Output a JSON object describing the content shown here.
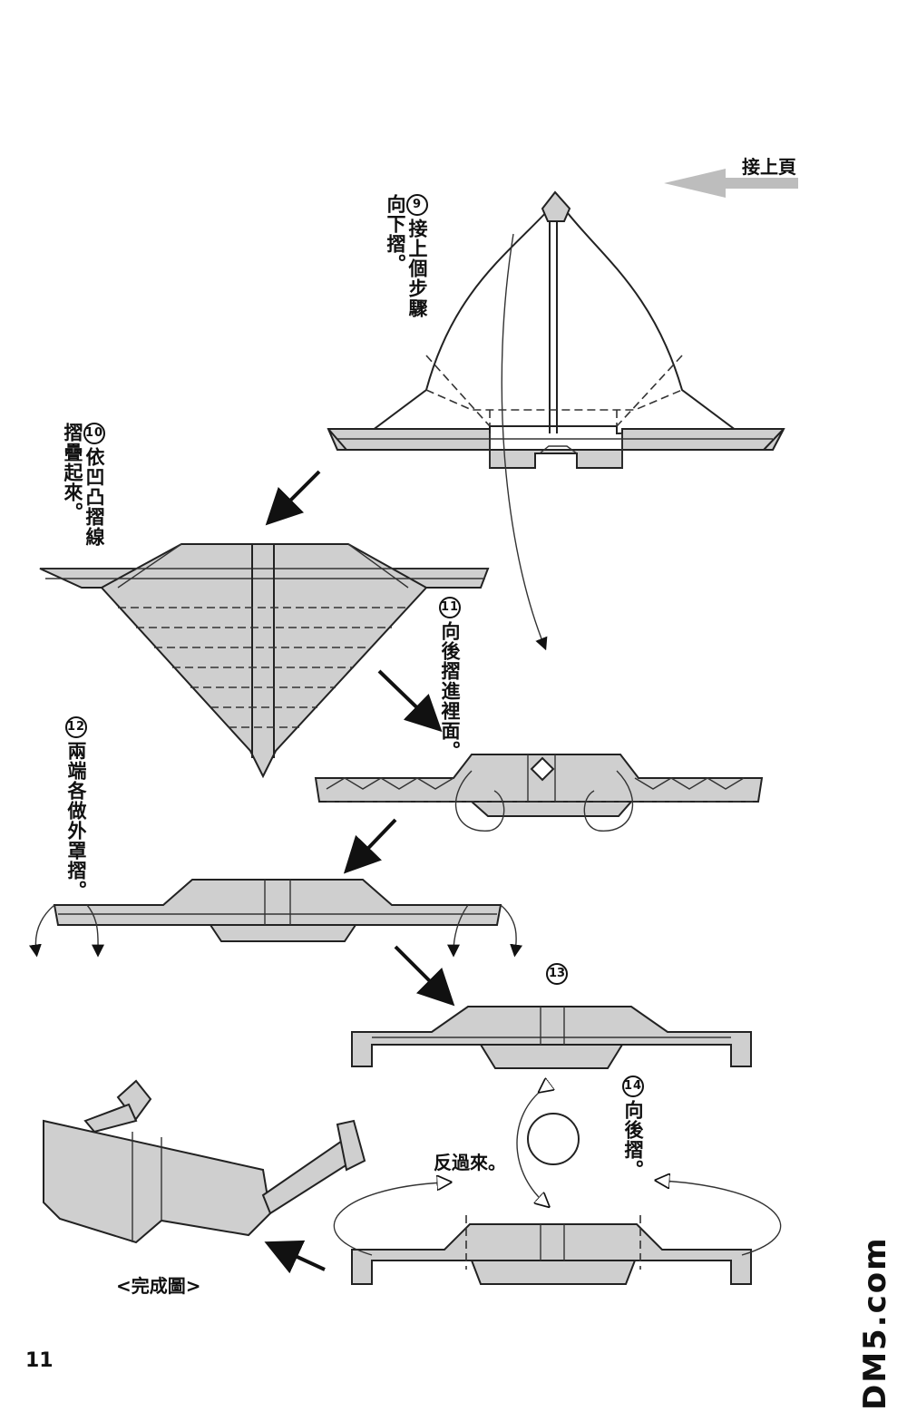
{
  "header": {
    "continue_label": "接上頁"
  },
  "steps": [
    {
      "number": "9",
      "text_lines": [
        "接上個步驟",
        "向下摺。"
      ]
    },
    {
      "number": "10",
      "text_lines": [
        "依凹凸摺線",
        "摺疊起來。"
      ]
    },
    {
      "number": "11",
      "text_lines": [
        "向後摺進裡面。"
      ]
    },
    {
      "number": "12",
      "text_lines": [
        "兩端各做外罩摺。"
      ]
    },
    {
      "number": "13",
      "text_lines": []
    },
    {
      "number": "14",
      "text_lines": [
        "向後摺。"
      ]
    }
  ],
  "labels": {
    "flip_over": "反過來。",
    "finished": "<完成圖>"
  },
  "footer": {
    "page_number": "11",
    "watermark": "DM5.com"
  },
  "colors": {
    "paper_fill": "#cfcfcf",
    "line": "#222222"
  }
}
